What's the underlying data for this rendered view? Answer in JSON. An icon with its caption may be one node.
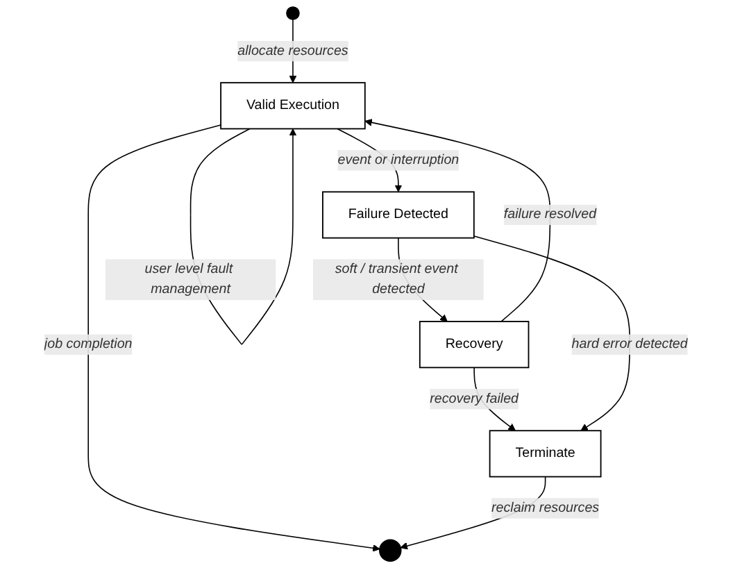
{
  "diagram": {
    "nodes": [
      {
        "text": [],
        "shape": "circle"
      },
      {
        "text": [
          "Valid Execution"
        ]
      },
      {
        "text": [
          "Failure Detected"
        ]
      },
      {
        "text": [
          "Recovery"
        ]
      },
      {
        "text": [
          "Terminate"
        ]
      },
      {
        "text": [],
        "shape": "bullseye"
      }
    ],
    "edges": [
      {
        "from": 0,
        "to": 1,
        "arrow": "to",
        "label": "allocate resources"
      },
      {
        "from": 1,
        "to": 1,
        "arrow": "to",
        "label": "user level fault management"
      },
      {
        "from": 1,
        "to": 2,
        "arrow": "to",
        "label": "event or interruption"
      },
      {
        "from": 2,
        "to": 3,
        "arrow": "to",
        "label": "soft / transient event detected"
      },
      {
        "from": 3,
        "to": 1,
        "arrow": "to",
        "label": "failure resolved"
      },
      {
        "from": 1,
        "to": 5,
        "arrow": "to",
        "label": "job completion"
      },
      {
        "from": 3,
        "to": 4,
        "arrow": "to",
        "label": "recovery failed"
      },
      {
        "from": 2,
        "to": 4,
        "arrow": "to",
        "label": "hard error detected"
      },
      {
        "from": 4,
        "to": 5,
        "arrow": "to",
        "label": "reclaim resources"
      }
    ]
  }
}
